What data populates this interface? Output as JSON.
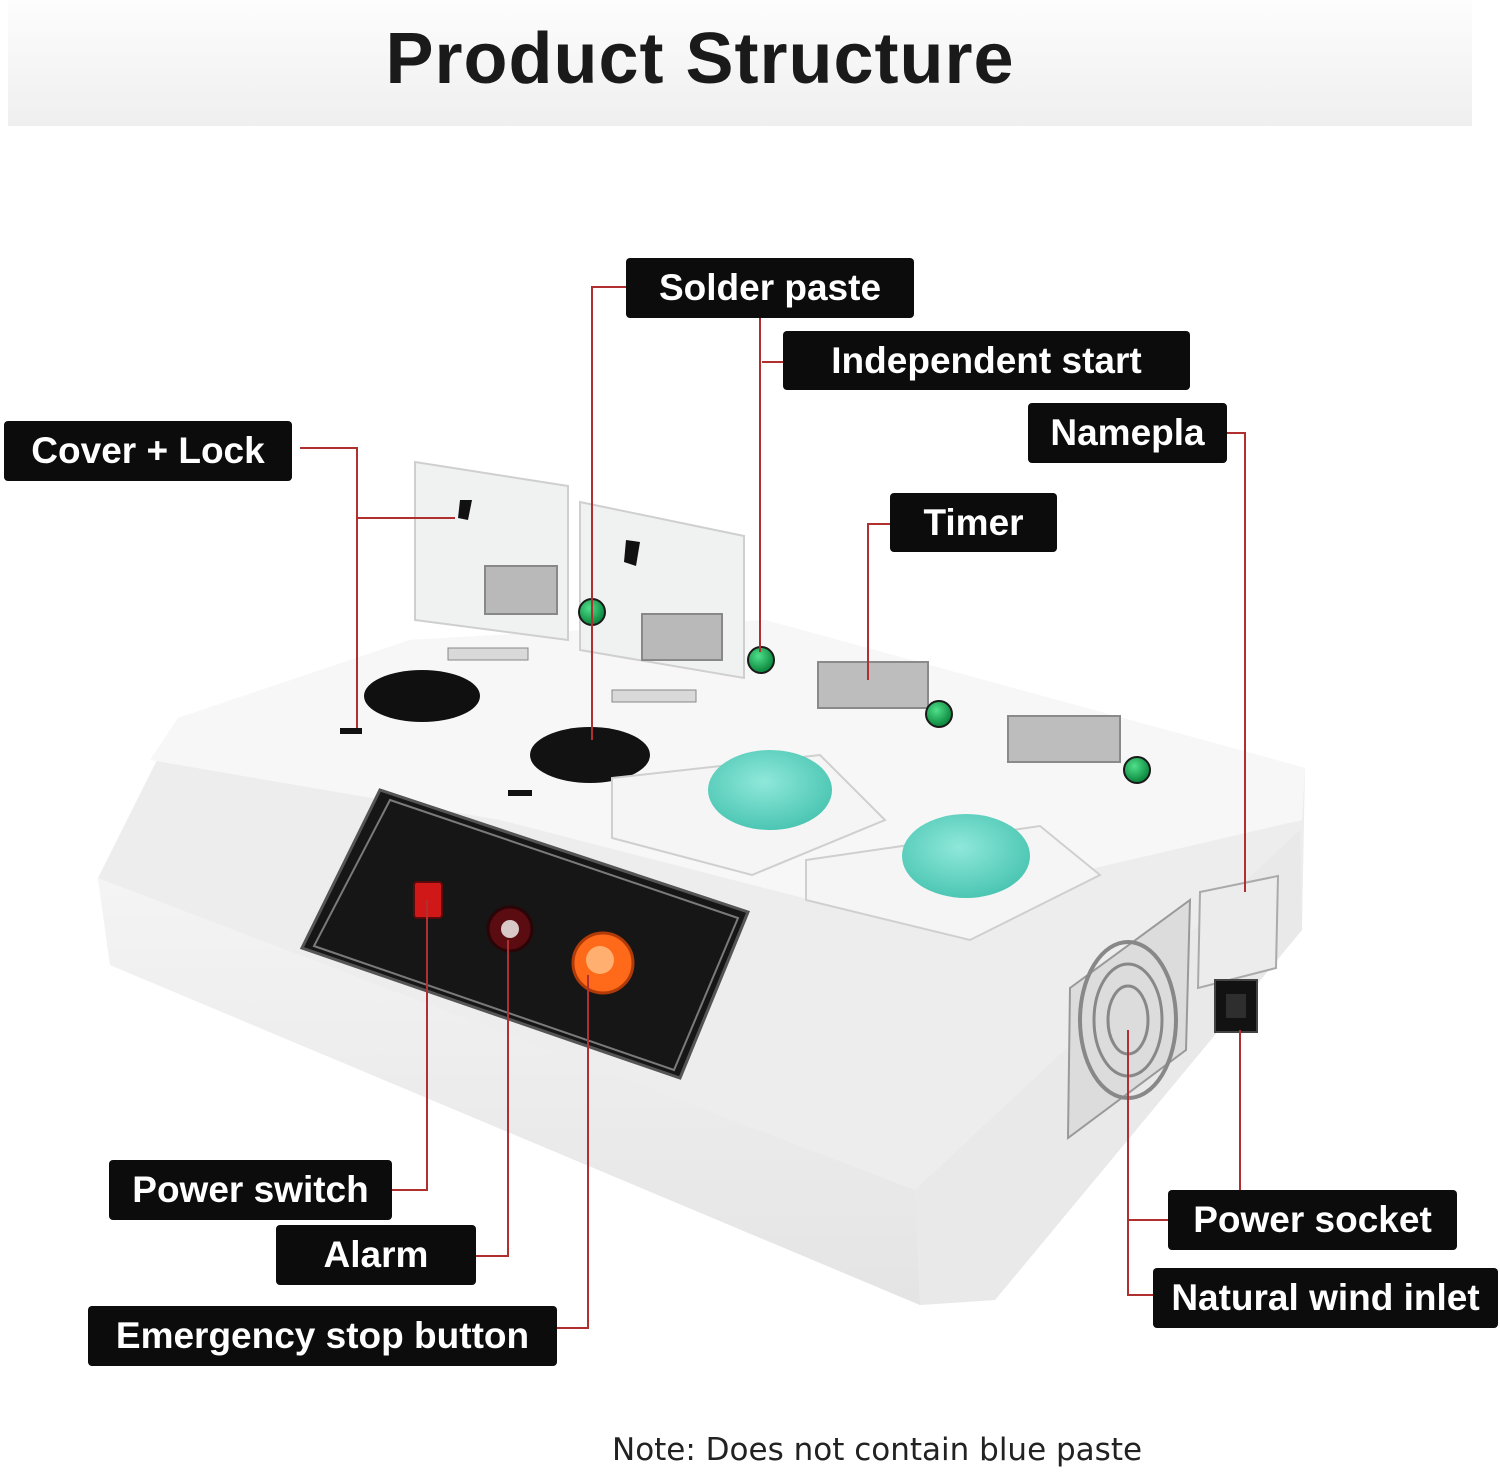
{
  "title": "Product Structure",
  "labels": {
    "solder_paste": "Solder paste",
    "independent_start": "Independent start",
    "namepla": "Namepla",
    "cover_lock": "Cover + Lock",
    "timer": "Timer",
    "power_switch": "Power switch",
    "alarm": "Alarm",
    "emergency_stop": "Emergency stop button",
    "power_socket": "Power socket",
    "natural_wind_inlet": "Natural wind inlet"
  },
  "note": "Note: Does not contain blue paste",
  "colors": {
    "label_bg": "#0c0c0c",
    "label_text": "#ffffff",
    "leader_line": "#b03030",
    "paste_teal": "#5fd3c0",
    "start_button_green": "#1fb35a",
    "power_switch_red": "#d01818",
    "emergency_orange": "#ff6a1a"
  }
}
